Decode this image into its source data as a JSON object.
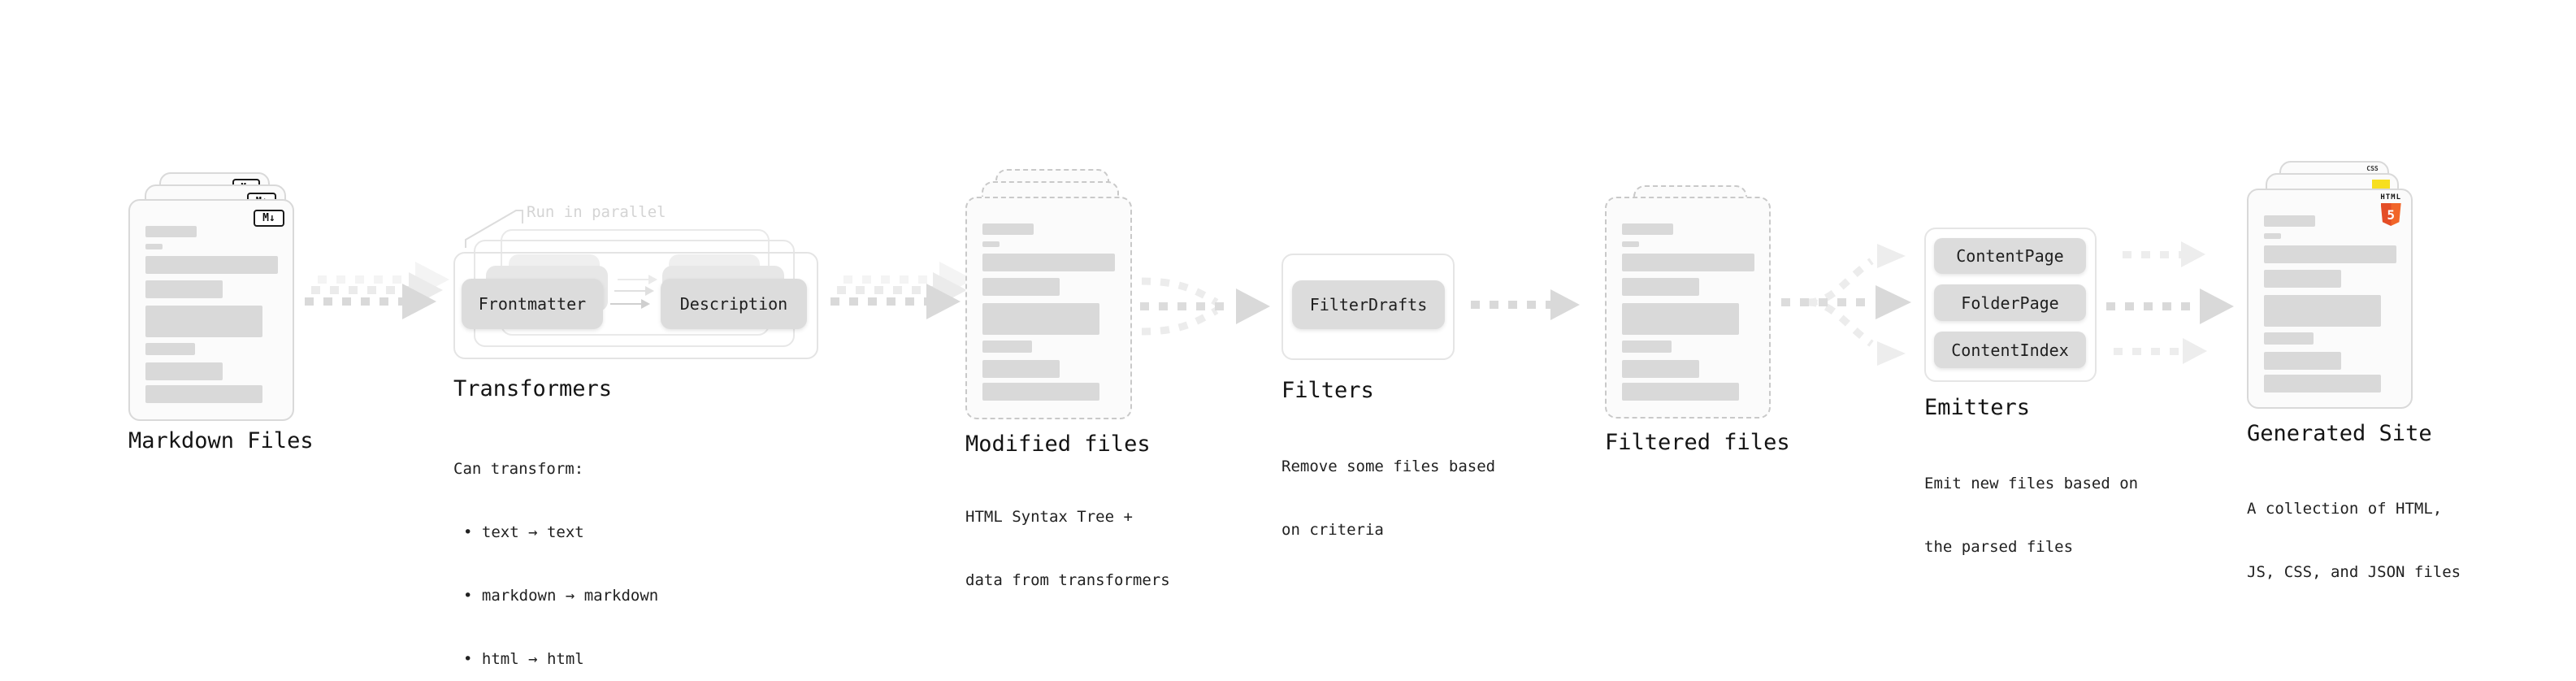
{
  "markdown_files": {
    "title": "Markdown Files",
    "badge": "M↓"
  },
  "transformers": {
    "note": "Run in parallel",
    "input_box": "Frontmatter",
    "output_box": "Description",
    "title": "Transformers",
    "desc": "Can transform:",
    "bullets": [
      "• text → text",
      "• markdown → markdown",
      "• html → html"
    ]
  },
  "modified_files": {
    "title": "Modified files",
    "subtitle_lines": [
      "HTML Syntax Tree +",
      "data from transformers"
    ]
  },
  "filters": {
    "box": "FilterDrafts",
    "title": "Filters",
    "subtitle_lines": [
      "Remove some files based",
      "on criteria"
    ]
  },
  "filtered_files": {
    "title": "Filtered files"
  },
  "emitters": {
    "boxes": [
      "ContentPage",
      "FolderPage",
      "ContentIndex"
    ],
    "title": "Emitters",
    "subtitle_lines": [
      "Emit new files based on",
      "the parsed files"
    ]
  },
  "generated_site": {
    "title": "Generated Site",
    "subtitle_lines": [
      "A collection of HTML,",
      "JS, CSS, and JSON files"
    ],
    "html5_badge_top": "HTML",
    "html5_badge_number": "5",
    "css_badge": "CSS"
  },
  "colors": {
    "arrow_main": "#d9d9d9",
    "arrow_ghost": "#ebebeb",
    "arrow_ghost2": "#f4f4f4",
    "arrow_light": "#ededed",
    "pill_bg": "#dcdcdc",
    "bar": "#d9d9d9",
    "html5_orange": "#e44d26",
    "js_yellow": "#f7df1e",
    "css_blue": "#2962ff"
  }
}
